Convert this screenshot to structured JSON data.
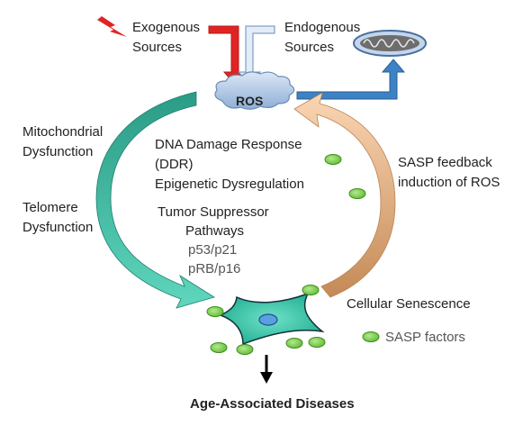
{
  "labels": {
    "exogenous": [
      "Exogenous",
      "Sources"
    ],
    "endogenous": [
      "Endogenous",
      "Sources"
    ],
    "ros": "ROS",
    "mito": [
      "Mitochondrial",
      "Dysfunction"
    ],
    "telomere": [
      "Telomere",
      "Dysfunction"
    ],
    "ddr": [
      "DNA Damage Response",
      "(DDR)"
    ],
    "epigenetic": "Epigenetic Dysregulation",
    "tumor": [
      "Tumor Suppressor",
      "Pathways"
    ],
    "pathways": [
      "p53/p21",
      "pRB/p16"
    ],
    "sasp_feedback": [
      "SASP feedback",
      "induction of ROS"
    ],
    "senescence": "Cellular Senescence",
    "sasp_factors": "SASP factors",
    "diseases": "Age-Associated Diseases"
  },
  "colors": {
    "exogenous_arrow": "#e02424",
    "endogenous_arrow": "#dfeaf7",
    "mito_arrow": "#3c82c4",
    "ros_cloud": "#b8cde6",
    "teal_arrow": "#2cb39a",
    "orange_arrow": "#e3a979",
    "cell_fill": "#26c3a3",
    "sasp_dot": "#7bd04b",
    "lightning": "#e02424"
  },
  "icons": [
    "lightning-icon",
    "mitochondrion-icon",
    "ros-cloud-icon",
    "cell-icon",
    "sasp-dot-icon"
  ]
}
